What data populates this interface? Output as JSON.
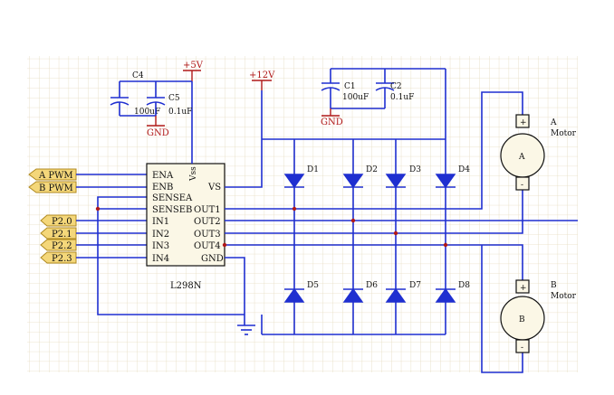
{
  "chip": {
    "name": "L298N",
    "left_pins": [
      "ENA",
      "ENB",
      "SENSEA",
      "SENSEB",
      "IN1",
      "IN2",
      "IN3",
      "IN4"
    ],
    "right_pins": [
      "VS",
      "OUT1",
      "OUT2",
      "OUT3",
      "OUT4",
      "GND"
    ],
    "vss_label": "Vss"
  },
  "inputs": {
    "pwm_a": "A PWM",
    "pwm_b": "B PWM",
    "p20": "P2.0",
    "p21": "P2.1",
    "p22": "P2.2",
    "p23": "P2.3"
  },
  "power": {
    "v5": "+5V",
    "v12": "+12V",
    "gnd": "GND"
  },
  "caps": {
    "c4": {
      "name": "C4",
      "value": "100uF"
    },
    "c5": {
      "name": "C5",
      "value": "0.1uF"
    },
    "c1": {
      "name": "C1",
      "value": "100uF"
    },
    "c2": {
      "name": "C2",
      "value": "0.1uF"
    }
  },
  "diodes": [
    "D1",
    "D2",
    "D3",
    "D4",
    "D5",
    "D6",
    "D7",
    "D8"
  ],
  "motors": {
    "a": {
      "name": "A",
      "label": "Motor",
      "plus": "+",
      "minus": "-"
    },
    "b": {
      "name": "B",
      "label": "Motor",
      "plus": "+",
      "minus": "-"
    }
  },
  "colors": {
    "wire": "#1f2fd0",
    "power_wire": "#b01818",
    "grid": "#e6dcc0"
  }
}
